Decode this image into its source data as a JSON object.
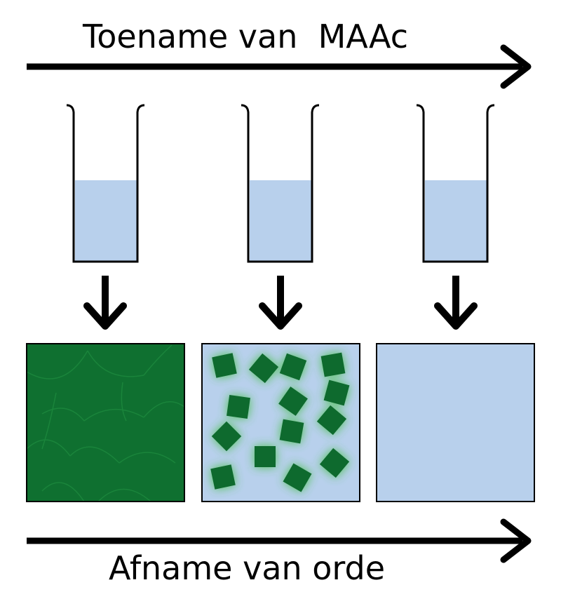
{
  "top_arrow": {
    "label": "Toename van  MAAc"
  },
  "bottom_arrow": {
    "label": "Afname van orde"
  },
  "colors": {
    "liquid": "#b8d0ec",
    "dark_green": "#0f7030",
    "cell_green": "#0e6a2e",
    "glow_green": "#3fbf3f",
    "stroke": "#000000",
    "background": "#ffffff"
  },
  "stages": [
    {
      "id": "ordered",
      "beaker_fill_level": 0.52,
      "panel_state": "solid-green-tissue"
    },
    {
      "id": "fragmented",
      "beaker_fill_level": 0.52,
      "panel_state": "dispersed-green-fragments"
    },
    {
      "id": "disordered",
      "beaker_fill_level": 0.52,
      "panel_state": "clear-blue"
    }
  ]
}
